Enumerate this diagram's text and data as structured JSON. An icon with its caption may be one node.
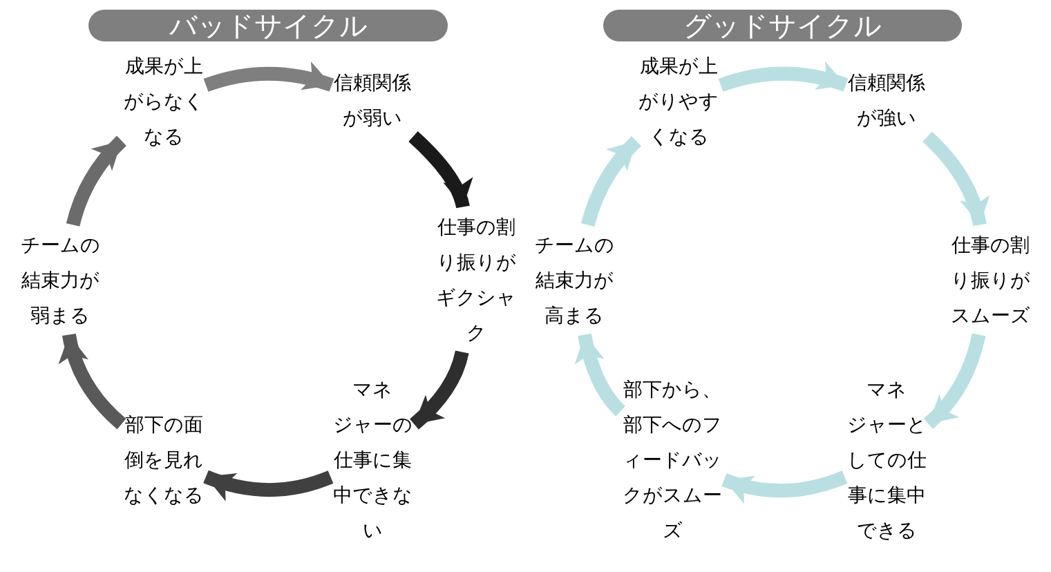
{
  "diagram": {
    "nodes": [
      {
        "text": [
          "バッドサイクル"
        ]
      },
      {
        "text": [
          "成果が上がらなくなる"
        ]
      },
      {
        "text": [
          "信頼関係が弱い"
        ]
      },
      {
        "text": [
          "仕事の割り振りがギクシャク"
        ]
      },
      {
        "text": [
          "マネジャーの仕事に集中できない"
        ]
      },
      {
        "text": [
          "部下の面倒を見れなくなる"
        ]
      },
      {
        "text": [
          "チームの結束力が弱まる"
        ]
      },
      {
        "text": [
          "グッドサイクル"
        ]
      },
      {
        "text": [
          "成果が上がりやすくなる"
        ]
      },
      {
        "text": [
          "信頼関係が強い"
        ]
      },
      {
        "text": [
          "仕事の割り振りがスムーズ"
        ]
      },
      {
        "text": [
          "マネジャーとしての仕事に集中できる"
        ]
      },
      {
        "text": [
          "部下から、部下へのフィードバックがスムーズ"
        ]
      },
      {
        "text": [
          "チームの結束力が高まる"
        ]
      }
    ],
    "edges": [
      {
        "from": 1,
        "to": 2,
        "arrow": "to",
        "color": "#7f7f7f"
      },
      {
        "from": 2,
        "to": 3,
        "arrow": "to",
        "color": "#1a1a1a"
      },
      {
        "from": 3,
        "to": 4,
        "arrow": "to",
        "color": "#2e2e2e"
      },
      {
        "from": 4,
        "to": 5,
        "arrow": "to",
        "color": "#404040"
      },
      {
        "from": 5,
        "to": 6,
        "arrow": "to",
        "color": "#595959"
      },
      {
        "from": 6,
        "to": 1,
        "arrow": "to",
        "color": "#6b6b6b"
      },
      {
        "from": 8,
        "to": 9,
        "arrow": "to",
        "color": "#b9dfe2"
      },
      {
        "from": 9,
        "to": 10,
        "arrow": "to",
        "color": "#b9dfe2"
      },
      {
        "from": 10,
        "to": 11,
        "arrow": "to",
        "color": "#b9dfe2"
      },
      {
        "from": 11,
        "to": 12,
        "arrow": "to",
        "color": "#b9dfe2"
      },
      {
        "from": 12,
        "to": 13,
        "arrow": "to",
        "color": "#b9dfe2"
      },
      {
        "from": 13,
        "to": 8,
        "arrow": "to",
        "color": "#b9dfe2"
      }
    ]
  }
}
